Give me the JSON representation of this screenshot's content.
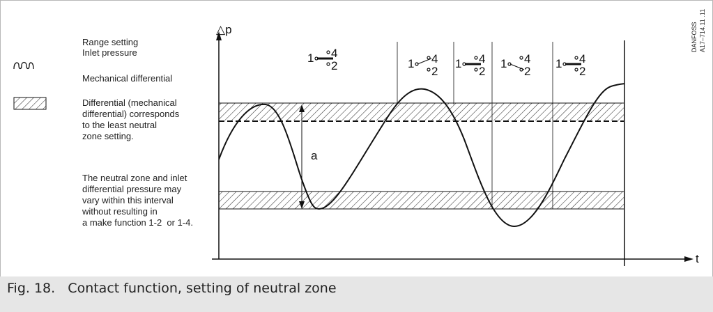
{
  "legend": {
    "range_setting": "Range setting",
    "inlet_pressure": "Inlet pressure",
    "mechanical_differential": "Mechanical differential",
    "differential_lines": [
      "Differential (mechanical",
      "differential) corresponds",
      "to the least neutral",
      "zone setting."
    ],
    "neutral_zone_lines": [
      "The neutral zone and inlet",
      "differential pressure may",
      "vary within this interval",
      "without resulting in",
      "a make function 1-2  or 1-4."
    ]
  },
  "axes": {
    "y_label": "△p",
    "x_label": "t"
  },
  "differential_label": "a",
  "contacts": [
    {
      "common": "1",
      "upper": "4",
      "lower": "2",
      "state": "neutral"
    },
    {
      "common": "1",
      "upper": "4",
      "lower": "2",
      "state": "make-1-4"
    },
    {
      "common": "1",
      "upper": "4",
      "lower": "2",
      "state": "neutral"
    },
    {
      "common": "1",
      "upper": "4",
      "lower": "2",
      "state": "make-1-2"
    },
    {
      "common": "1",
      "upper": "4",
      "lower": "2",
      "state": "neutral"
    }
  ],
  "side_tag": [
    "DANFOSS",
    "A17–714.11 .11"
  ],
  "caption": "Fig. 18.   Contact function, setting of neutral zone",
  "colors": {
    "line": "#111111",
    "hatch": "#333333",
    "band": "#e6e6e6",
    "frame": "#b7b7b7"
  }
}
